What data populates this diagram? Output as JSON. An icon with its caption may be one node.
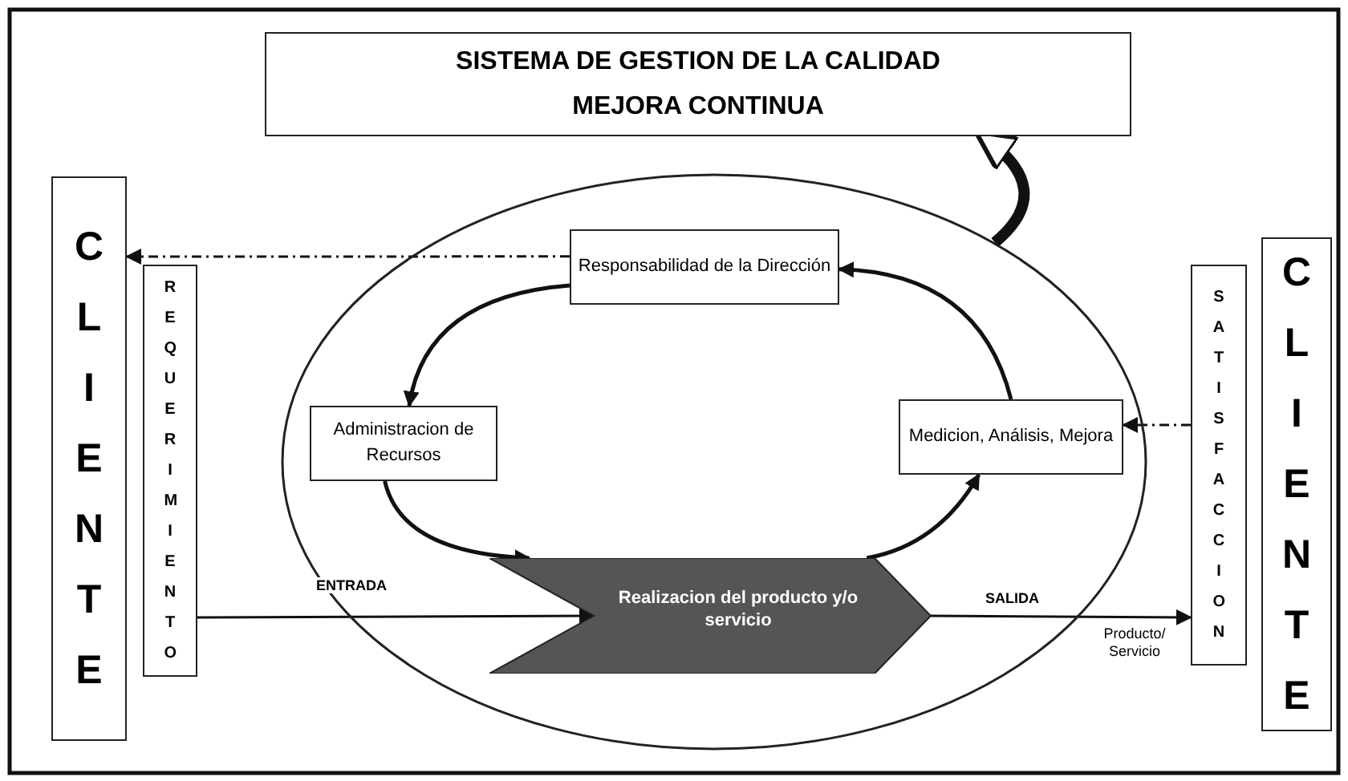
{
  "diagram": {
    "nodes": [
      {
        "text": [
          "SISTEMA DE GESTION DE LA CALIDAD",
          "MEJORA CONTINUA"
        ]
      },
      {
        "text": [],
        "shape": "ellipse"
      },
      {
        "text": [
          "CLIENTE"
        ]
      },
      {
        "text": [
          "REQUERIMIENTO"
        ]
      },
      {
        "text": [
          "Responsabilidad de la Dirección"
        ],
        "in": 1
      },
      {
        "text": [
          "Administracion de Recursos"
        ],
        "in": 1
      },
      {
        "text": [
          "Realizacion del producto y/o servicio"
        ],
        "in": 1
      },
      {
        "text": [
          "Medicion, Análisis, Mejora"
        ],
        "in": 1
      },
      {
        "text": [
          "SATISFACCION"
        ]
      },
      {
        "text": [
          "CLIENTE"
        ]
      }
    ],
    "edges": [
      {
        "from": 4,
        "to": 2,
        "arrow": "to",
        "style": "dashed"
      },
      {
        "from": 8,
        "to": 7,
        "arrow": "to",
        "style": "dashed"
      },
      {
        "from": 3,
        "to": 6,
        "arrow": "to",
        "label": "ENTRADA"
      },
      {
        "from": 6,
        "to": 8,
        "arrow": "to",
        "label": "SALIDA"
      },
      {
        "from": 4,
        "to": 5,
        "arrow": "to"
      },
      {
        "from": 5,
        "to": 6,
        "arrow": "to"
      },
      {
        "from": 6,
        "to": 7,
        "arrow": "to"
      },
      {
        "from": 7,
        "to": 4,
        "arrow": "to"
      },
      {
        "from": 1,
        "to": 0,
        "arrow": "to",
        "style": "thick"
      }
    ],
    "labels": [
      "Producto/ Servicio"
    ]
  }
}
